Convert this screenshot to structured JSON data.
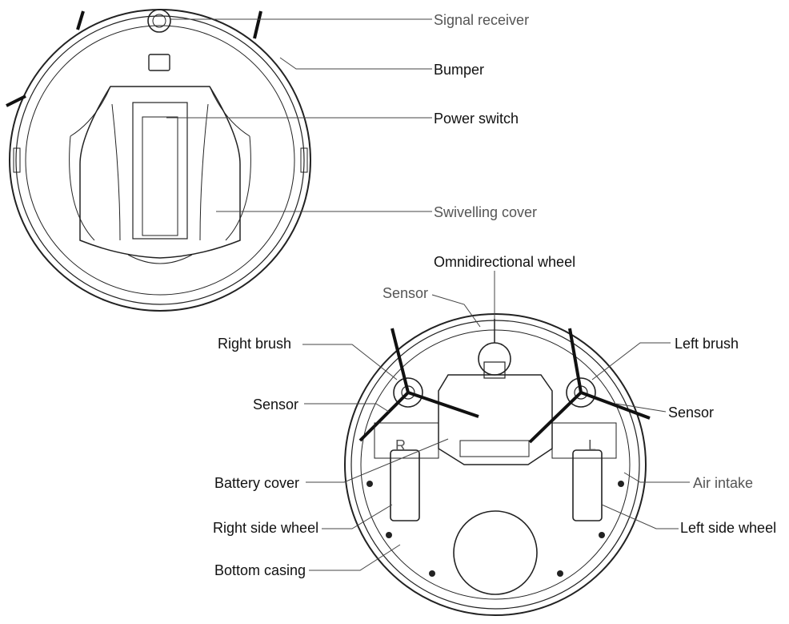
{
  "top_view": {
    "labels": {
      "signal_receiver": "Signal receiver",
      "bumper": "Bumper",
      "power_switch": "Power switch",
      "swivelling_cover": "Swivelling cover"
    }
  },
  "bottom_view": {
    "labels": {
      "omnidirectional_wheel": "Omnidirectional wheel",
      "sensor_top": "Sensor",
      "right_brush": "Right brush",
      "left_brush": "Left brush",
      "sensor_left_side": "Sensor",
      "sensor_right_side": "Sensor",
      "battery_cover": "Battery cover",
      "air_intake": "Air intake",
      "right_side_wheel": "Right side wheel",
      "left_side_wheel": "Left side wheel",
      "bottom_casing": "Bottom casing",
      "wheel_mark_r": "R",
      "wheel_mark_l": "L"
    }
  },
  "colors": {
    "line": "#222222",
    "leader": "#444444",
    "text": "#111111",
    "text_muted": "#555555"
  }
}
